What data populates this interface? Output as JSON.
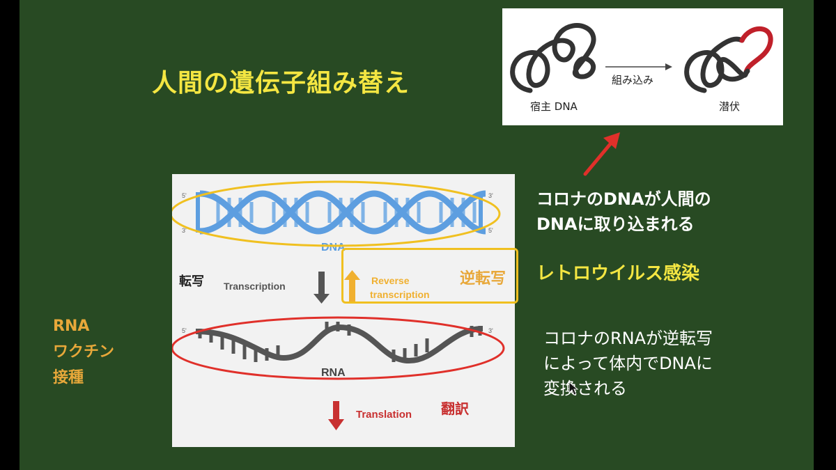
{
  "slide": {
    "title": "人間の遺伝子組み替え",
    "colors": {
      "background": "#284a23",
      "title": "#f4e642",
      "accent_orange": "#e8a83a",
      "highlight_red": "#e0302a"
    }
  },
  "integration_panel": {
    "arrow_label": "組み込み",
    "host_label": "宿主 DNA",
    "latent_label": "潜伏"
  },
  "diagram": {
    "dna_label": "DNA",
    "rna_label": "RNA",
    "end_labels": {
      "left_top": "5'",
      "left_bottom": "3'",
      "right_top": "3'",
      "right_bottom": "5'",
      "rna_left": "5'",
      "rna_right": "3'"
    },
    "transcription_jp": "転写",
    "transcription_en": "Transcription",
    "reverse_transcription_en_1": "Reverse",
    "reverse_transcription_en_2": "transcription",
    "reverse_transcription_jp": "逆転写",
    "translation_en": "Translation",
    "translation_jp": "翻訳"
  },
  "notes": {
    "dna_integration_line1": "コロナのDNAが人間の",
    "dna_integration_line2": "DNAに取り込まれる",
    "retrovirus_infection": "レトロウイルス感染",
    "reverse_transcription_line1": "コロナのRNAが逆転写",
    "reverse_transcription_line2": "によって体内でDNAに",
    "reverse_transcription_line3": "変換される"
  },
  "rna_vaccine": {
    "line1": "RNA",
    "line2": "ワクチン",
    "line3": "接種"
  }
}
